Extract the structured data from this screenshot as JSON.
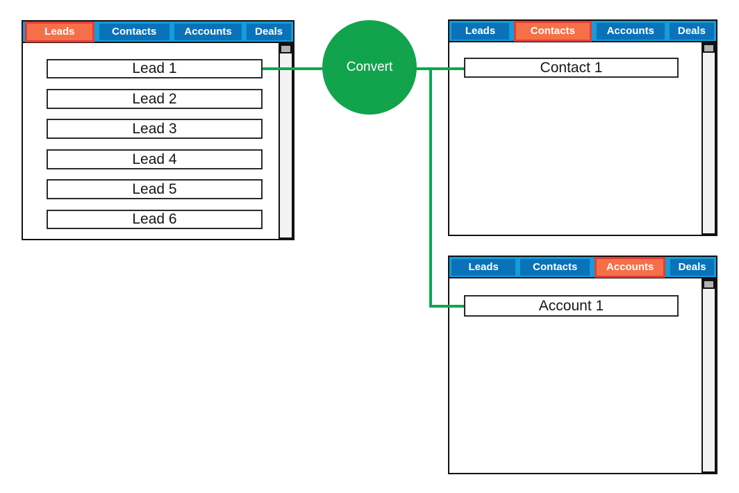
{
  "convert": {
    "label": "Convert"
  },
  "colors": {
    "tabbar_blue": "#149cdb",
    "tab_blue": "#0a72b9",
    "active_orange": "#f57049",
    "active_border_red": "#e63c33",
    "connector_green": "#0ba750",
    "circle_green": "#12a34d"
  },
  "panels": [
    {
      "name": "leads",
      "active_tab": "Leads",
      "tabs": [
        {
          "label": "Leads",
          "active": true
        },
        {
          "label": "Contacts",
          "active": false
        },
        {
          "label": "Accounts",
          "active": false
        },
        {
          "label": "Deals",
          "active": false
        }
      ],
      "rows": [
        "Lead 1",
        "Lead 2",
        "Lead 3",
        "Lead 4",
        "Lead 5",
        "Lead 6"
      ]
    },
    {
      "name": "contacts",
      "active_tab": "Contacts",
      "tabs": [
        {
          "label": "Leads",
          "active": false
        },
        {
          "label": "Contacts",
          "active": true
        },
        {
          "label": "Accounts",
          "active": false
        },
        {
          "label": "Deals",
          "active": false
        }
      ],
      "rows": [
        "Contact 1"
      ]
    },
    {
      "name": "accounts",
      "active_tab": "Accounts",
      "tabs": [
        {
          "label": "Leads",
          "active": false
        },
        {
          "label": "Contacts",
          "active": false
        },
        {
          "label": "Accounts",
          "active": true
        },
        {
          "label": "Deals",
          "active": false
        }
      ],
      "rows": [
        "Account 1"
      ]
    }
  ]
}
